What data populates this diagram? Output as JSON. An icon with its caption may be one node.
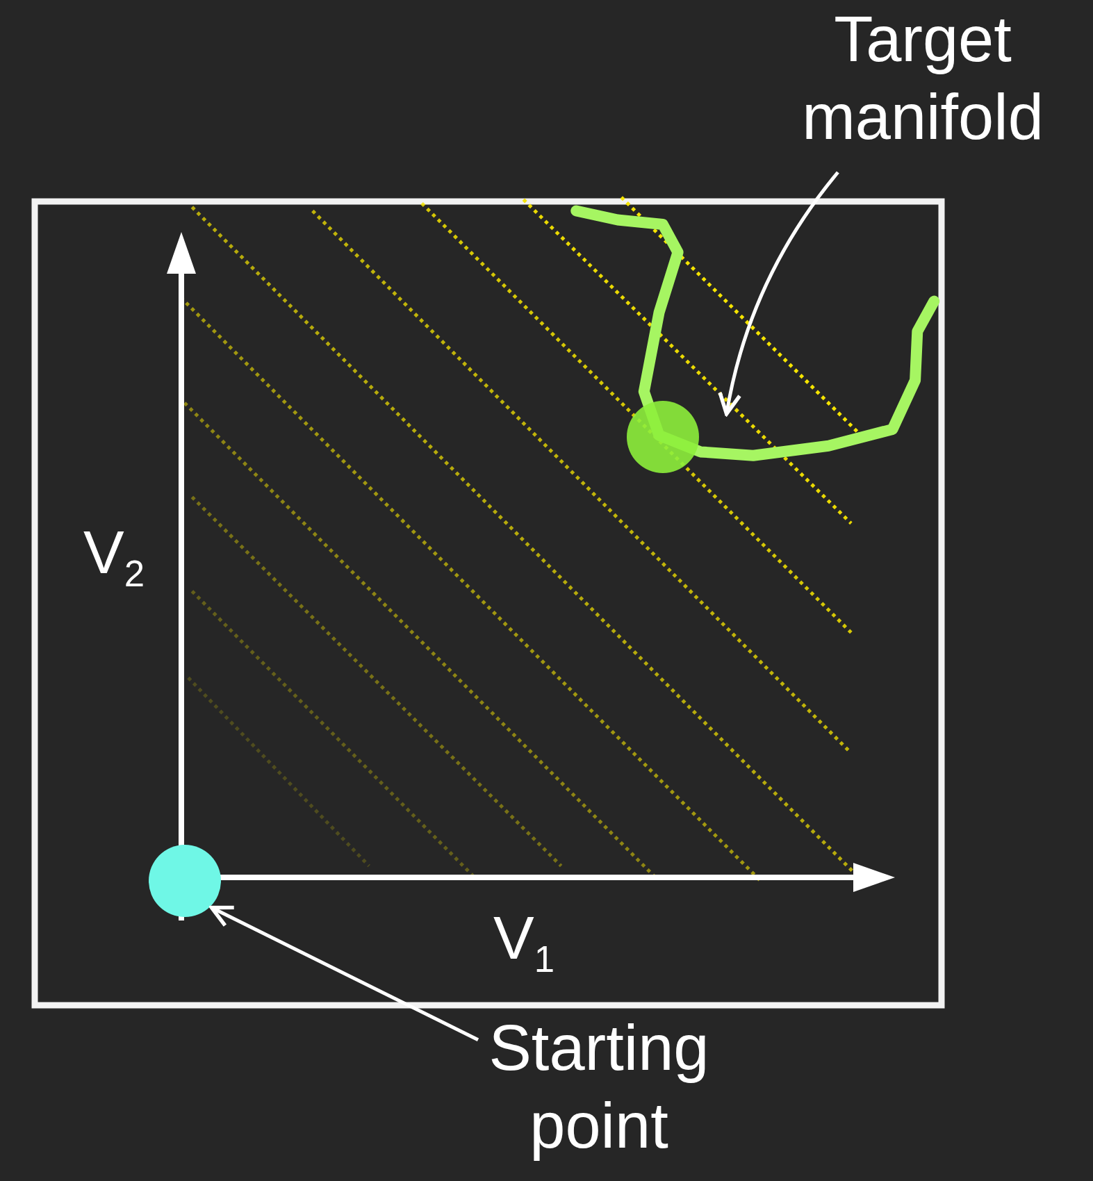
{
  "diagram": {
    "nodes": [
      {
        "text": [
          "Target manifold"
        ]
      },
      {
        "text": [],
        "shape": "curve"
      },
      {
        "text": [],
        "shape": "circle"
      },
      {
        "text": [
          "Starting point"
        ]
      },
      {
        "text": [],
        "shape": "circle"
      }
    ],
    "edges": [
      {
        "from": 0,
        "to": 1,
        "arrow": "to"
      },
      {
        "from": 3,
        "to": 4,
        "arrow": "to"
      }
    ],
    "labels": [
      "V$_{2}$",
      "V$_{1}$"
    ]
  }
}
